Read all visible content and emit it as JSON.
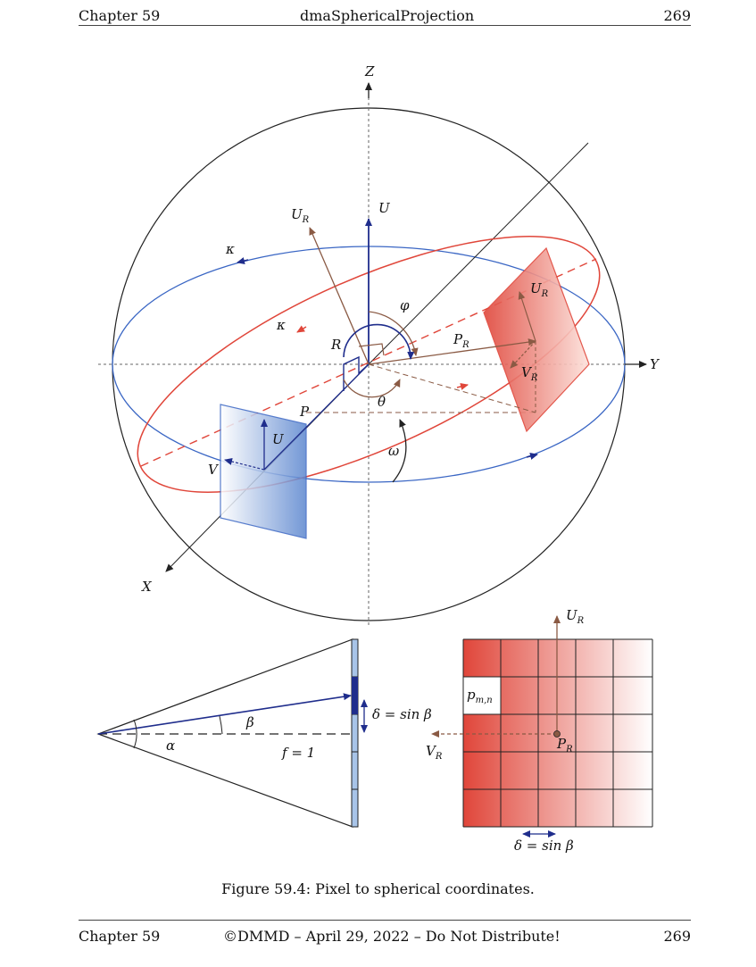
{
  "header": {
    "left": "Chapter 59",
    "center": "dmaSphericalProjection",
    "right": "269"
  },
  "figure": {
    "labels": {
      "z": "Z",
      "y": "Y",
      "x": "X",
      "u": "U",
      "v": "V",
      "ur": "U",
      "vr": "V",
      "pr": "P",
      "r_sub": "R",
      "r": "R",
      "p": "P",
      "phi": "φ",
      "theta": "θ",
      "omega": "ω",
      "kappa1": "κ",
      "kappa2": "κ",
      "beta": "β",
      "alpha": "α",
      "f": "f = 1",
      "delta_eq": "δ = sin β",
      "pmn": "p",
      "pmn_sub": "m,n",
      "grid_ur": "U",
      "grid_vr": "V",
      "grid_pr": "P",
      "grid_delta": "δ = sin β"
    },
    "colors": {
      "blue": "#2a4fae",
      "red": "#e0463a",
      "brown": "#8a5a44",
      "darkblue": "#1f2d8c"
    }
  },
  "caption": "Figure 59.4: Pixel to spherical coordinates.",
  "footer": {
    "left": "Chapter 59",
    "center": "©DMMD – April 29, 2022 – Do Not Distribute!",
    "right": "269"
  }
}
